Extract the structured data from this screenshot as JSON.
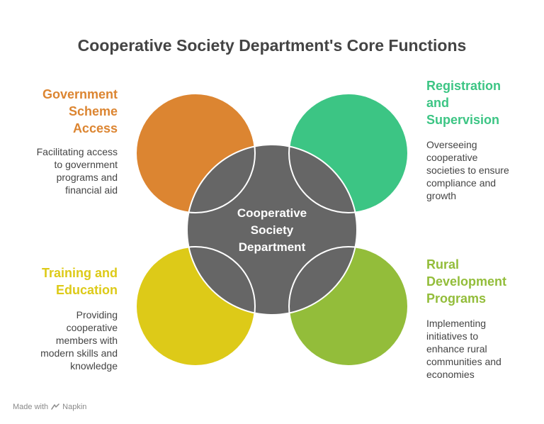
{
  "title": "Cooperative Society Department's Core Functions",
  "center": {
    "lines": [
      "Cooperative",
      "Society",
      "Department"
    ]
  },
  "functions": [
    {
      "id": "government-scheme-access",
      "heading_lines": [
        "Government",
        "Scheme",
        "Access"
      ],
      "description_lines": [
        "Facilitating access",
        "to government",
        "programs and",
        "financial aid"
      ],
      "color": "#DC8531"
    },
    {
      "id": "registration-supervision",
      "heading_lines": [
        "Registration",
        "and",
        "Supervision"
      ],
      "description_lines": [
        "Overseeing",
        "cooperative",
        "societies to ensure",
        "compliance and",
        "growth"
      ],
      "color": "#3CC584"
    },
    {
      "id": "training-education",
      "heading_lines": [
        "Training and",
        "Education"
      ],
      "description_lines": [
        "Providing",
        "cooperative",
        "members with",
        "modern skills and",
        "knowledge"
      ],
      "color": "#DDCA18"
    },
    {
      "id": "rural-development",
      "heading_lines": [
        "Rural",
        "Development",
        "Programs"
      ],
      "description_lines": [
        "Implementing",
        "initiatives to",
        "enhance rural",
        "communities and",
        "economies"
      ],
      "color": "#93BD3A"
    }
  ],
  "center_color": "#666666",
  "footer": {
    "made_with": "Made with",
    "brand": "Napkin"
  }
}
